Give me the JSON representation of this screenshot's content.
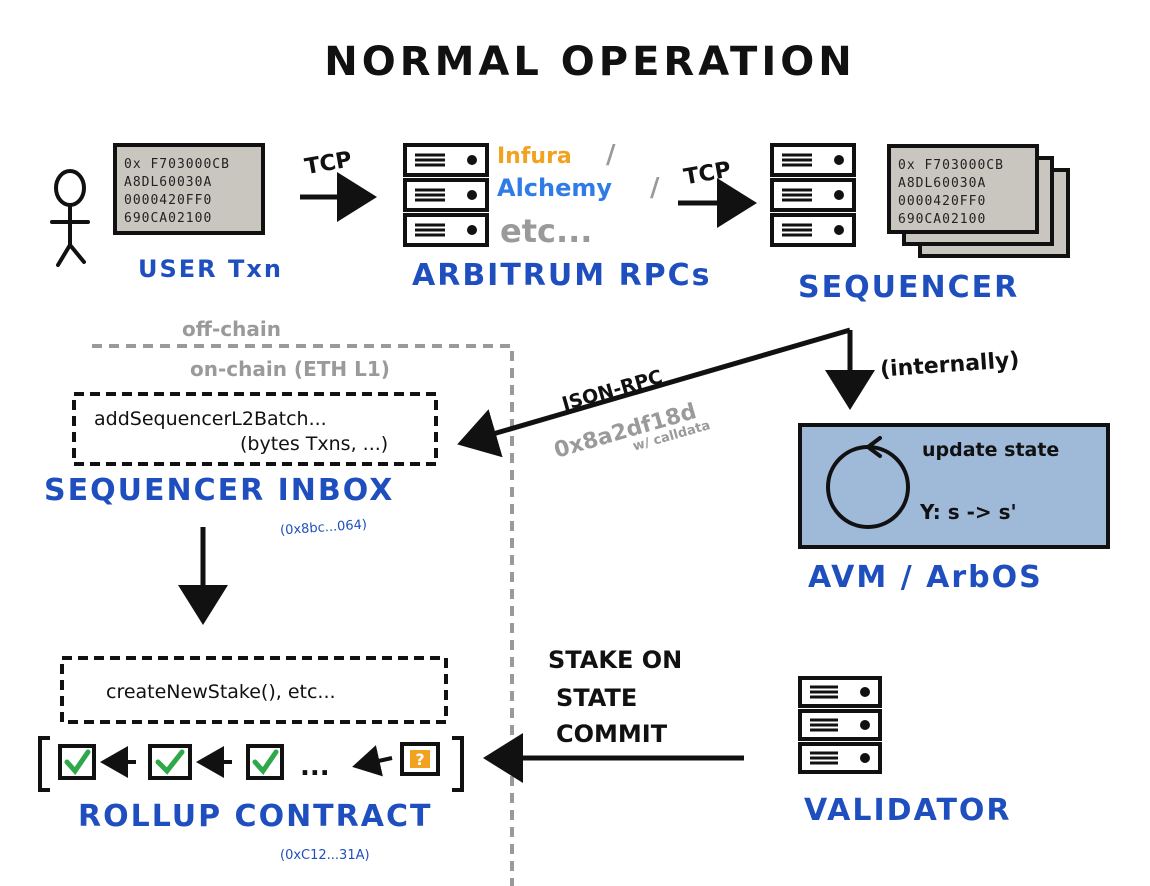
{
  "title": "NORMAL OPERATION",
  "colors": {
    "blue": "#1f4fbf",
    "orange": "#f2a21f",
    "light_blue": "#2f7be8",
    "gray": "#9a9a9a",
    "avm_fill": "#9fb9d8",
    "screen_fill": "#c8c6bf",
    "check_green": "#2ea84a",
    "question_orange": "#f2a21f"
  },
  "user": {
    "label": "USER Txn",
    "hex_lines": [
      "0x F703000CB",
      "A8DL60030A",
      "0000420FF0",
      "690CA02100"
    ]
  },
  "rpc": {
    "label": "ARBITRUM RPCs",
    "providers": {
      "infura": "Infura",
      "alchemy": "Alchemy",
      "etc": "etc..."
    },
    "slash": "/"
  },
  "sequencer": {
    "label": "SEQUENCER",
    "hex_lines": [
      "0x F703000CB",
      "A8DL60030A",
      "0000420FF0",
      "690CA02100"
    ]
  },
  "arrows": {
    "tcp_1": "TCP",
    "tcp_2": "TCP",
    "json_rpc": "JSON-RPC",
    "json_rpc_addr": "0x8a2df18d",
    "json_rpc_note": "w/ calldata",
    "internally": "(internally)",
    "stake_lines": [
      "STAKE ON",
      "STATE",
      "COMMIT"
    ]
  },
  "boundary": {
    "off_chain": "off-chain",
    "on_chain": "on-chain (ETH L1)"
  },
  "inbox": {
    "call_line_1": "addSequencerL2Batch...",
    "call_line_2": "(bytes Txns, ...)",
    "label": "SEQUENCER INBOX",
    "address": "(0x8bc...064)"
  },
  "avm": {
    "label": "AVM / ArbOS",
    "update": "update state",
    "transition": "Y: s -> s'"
  },
  "rollup": {
    "call": "createNewStake(), etc...",
    "chain_ellipsis": "...",
    "question": "?",
    "label": "ROLLUP CONTRACT",
    "address": "(0xC12...31A)"
  },
  "validator": {
    "label": "VALIDATOR"
  }
}
